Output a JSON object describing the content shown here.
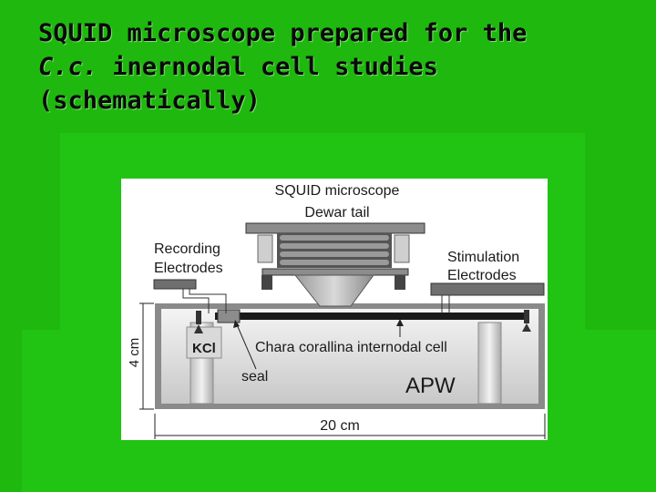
{
  "slide": {
    "title_line1": "SQUID microscope prepared for the",
    "title_line2_italic": "C.c.",
    "title_line2_rest": " inernodal cell studies",
    "title_line3": "(schematically)"
  },
  "figure": {
    "squid_label": "SQUID microscope",
    "dewar_label": "Dewar tail",
    "recording_line1": "Recording",
    "recording_line2": "Electrodes",
    "stimulation_line1": "Stimulation",
    "stimulation_line2": "Electrodes",
    "kcl_label": "KCl",
    "cell_label": "Chara corallina internodal cell",
    "seal_label": "seal",
    "apw_label": "APW",
    "height_label": "4 cm",
    "width_label": "20 cm"
  },
  "colors": {
    "background": "#1fb80f",
    "panel": "#22c414",
    "title_text": "#0a0a0a"
  }
}
